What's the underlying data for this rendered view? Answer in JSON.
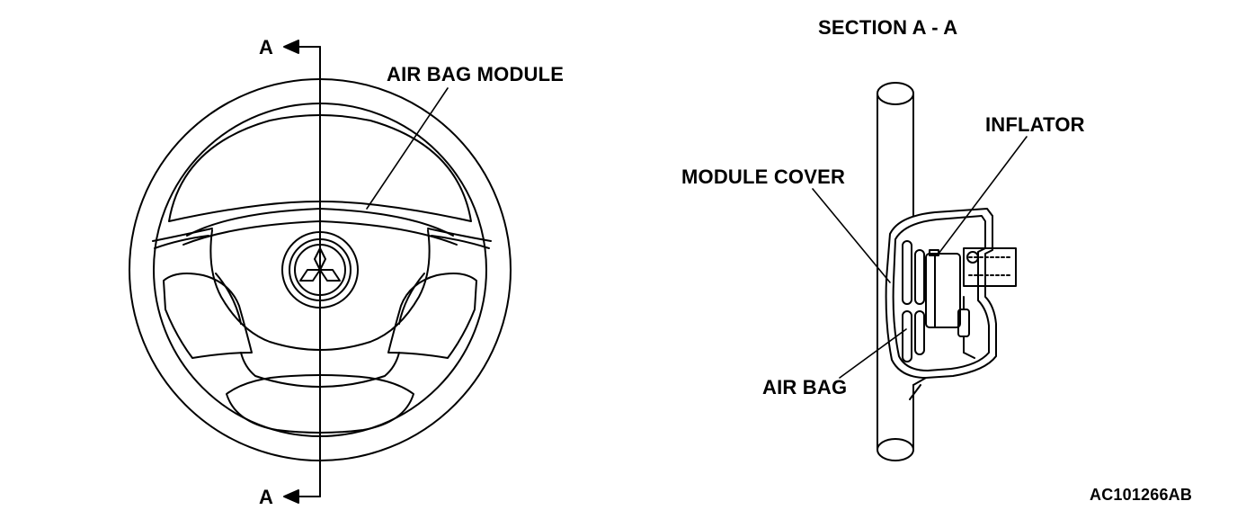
{
  "labels": {
    "section_mark_top": "A",
    "section_mark_bottom": "A",
    "air_bag_module": "AIR BAG MODULE",
    "section_title": "SECTION A - A",
    "inflator": "INFLATOR",
    "module_cover": "MODULE COVER",
    "air_bag": "AIR BAG",
    "figure_code": "AC101266AB"
  },
  "colors": {
    "line": "#000000",
    "background": "#ffffff"
  }
}
